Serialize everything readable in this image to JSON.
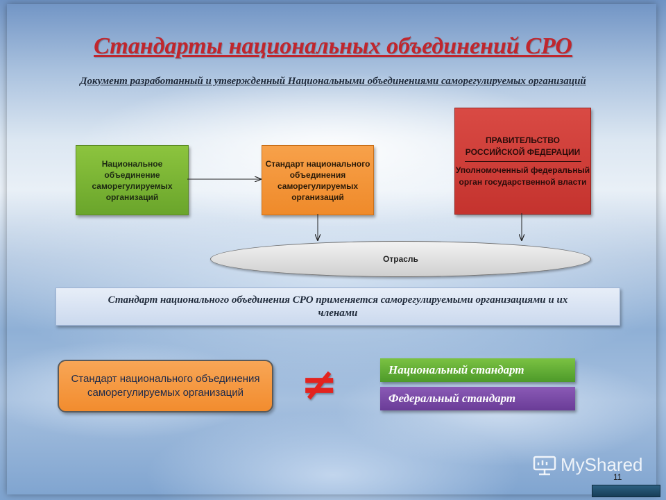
{
  "title": "Стандарты национальных объединений СРО",
  "subtitle": "Документ разработанный и утвержденный Национальными объединениями саморегулируемых организаций",
  "green_box": "Национальное объединение саморегулируемых организаций",
  "orange_box": "Стандарт национального объединения саморегулируемых организаций",
  "red_box": {
    "line1": "ПРАВИТЕЛЬСТВО РОССИЙСКОЙ ФЕДЕРАЦИИ",
    "line2": "Уполномоченный федеральный орган государственной власти"
  },
  "ellipse": "Отрасль",
  "banner": "Стандарт национального объединения СРО применяется саморегулируемыми организациями и их членами",
  "bottom_orange": "Стандарт национального объединения саморегулируемых организаций",
  "not_equal": "≠",
  "national_standard": "Национальный стандарт",
  "federal_standard": "Федеральный стандарт",
  "watermark": "MyShared",
  "page_number": "11",
  "colors": {
    "title": "#c0262d",
    "green": "#7ab536",
    "orange": "#f39533",
    "red": "#cf3d37",
    "purple": "#7a4aa8"
  }
}
